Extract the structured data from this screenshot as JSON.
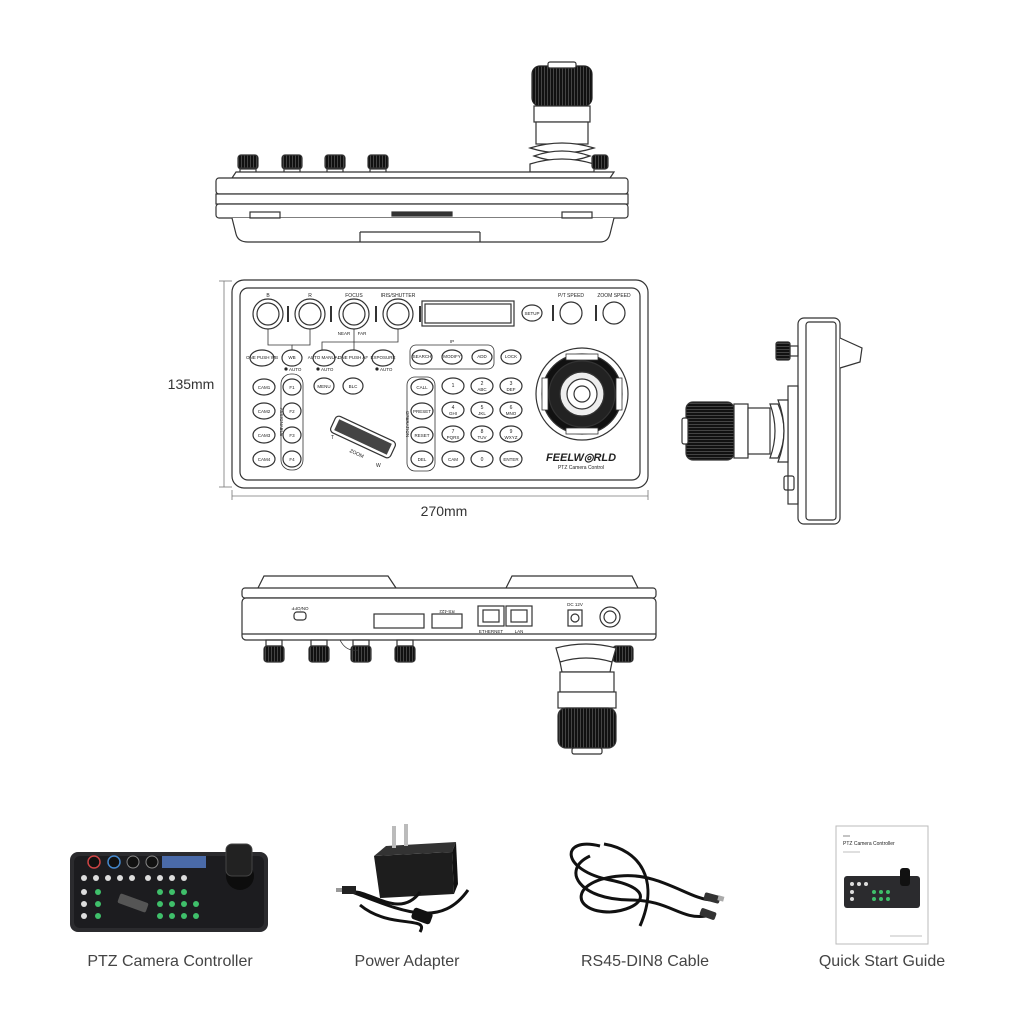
{
  "dimensions": {
    "height": "135mm",
    "width": "270mm"
  },
  "front_panel": {
    "knob_labels": [
      "B",
      "R",
      "FOCUS",
      "IRIS/SHUTTER"
    ],
    "right_labels": [
      "P/T SPEED",
      "ZOOM SPEED"
    ],
    "setup": "SETUP",
    "focus_modes": [
      "NEAR",
      "FAR"
    ],
    "row1_buttons": [
      "ONE PUSH WB",
      "WB",
      "AUTO MANUAL",
      "ONE PUSH AF",
      "EXPOSURE"
    ],
    "auto_label": "AUTO",
    "ip_label": "IP",
    "ip_buttons": [
      "SEARCH",
      "MODIFY",
      "ADD",
      "LOCK"
    ],
    "cam_buttons": [
      "CAM1",
      "CAM2",
      "CAM3",
      "CAM4"
    ],
    "f_buttons": [
      "F1",
      "F2",
      "F3",
      "F4"
    ],
    "assignable": "ASSIGNABLE",
    "menu": "MENU",
    "blc": "BLC",
    "operation": "OPERATION",
    "op_buttons": [
      "CALL",
      "PRESET",
      "RESET",
      "DEL"
    ],
    "keypad": [
      {
        "n": "1",
        "s": ""
      },
      {
        "n": "2",
        "s": "ABC"
      },
      {
        "n": "3",
        "s": "DEF"
      },
      {
        "n": "4",
        "s": "GHI"
      },
      {
        "n": "5",
        "s": "JKL"
      },
      {
        "n": "6",
        "s": "MNO"
      },
      {
        "n": "7",
        "s": "PQRS"
      },
      {
        "n": "8",
        "s": "TUV"
      },
      {
        "n": "9",
        "s": "WXYZ"
      }
    ],
    "bottom_keys": [
      "CAM",
      "0",
      "ENTER"
    ],
    "zoom": "ZOOM",
    "tele": "T",
    "wide": "W",
    "brand": "FEELW◎RLD",
    "model": "PTZ Camera Control"
  },
  "rear_panel": {
    "power_switch": "ON/OFF",
    "ports": [
      "RS-422",
      "ETHERNET",
      "LAN",
      "DC 12V"
    ]
  },
  "package": {
    "items": [
      {
        "label": "PTZ Camera Controller"
      },
      {
        "label": "Power Adapter"
      },
      {
        "label": "RS45-DIN8 Cable"
      },
      {
        "label": "Quick Start Guide"
      }
    ],
    "guide_title": "PTZ Camera Controller"
  },
  "colors": {
    "line": "#333333",
    "knob": "#1a1a1a",
    "device_dark": "#2b2b2e",
    "green_key": "#3fbf6a",
    "caption": "#444444"
  }
}
